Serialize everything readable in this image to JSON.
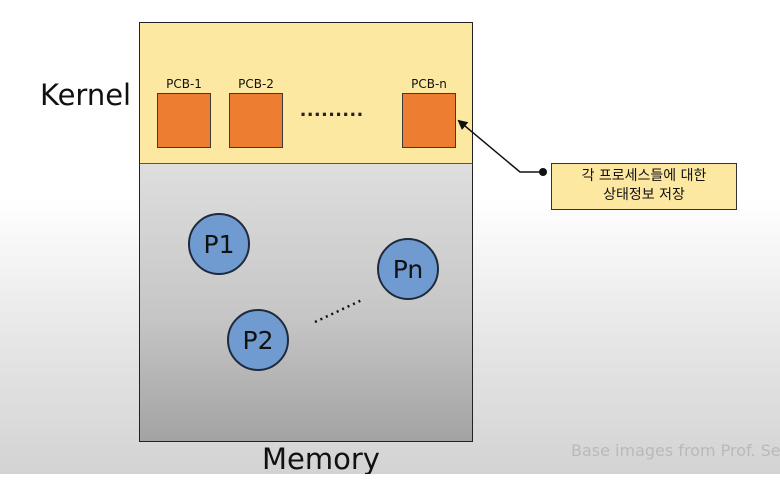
{
  "labels": {
    "kernel": "Kernel",
    "memory": "Memory",
    "credit": "Base images from Prof. Se"
  },
  "pcbs": [
    {
      "label": "PCB-1"
    },
    {
      "label": "PCB-2"
    },
    {
      "label": "PCB-n"
    }
  ],
  "pcb_ellipsis": ".........",
  "processes": [
    {
      "label": "P1"
    },
    {
      "label": "P2"
    },
    {
      "label": "Pn"
    }
  ],
  "callout": {
    "line1": "각 프로세스들에 대한",
    "line2": "상태정보 저장"
  },
  "colors": {
    "kernel_region": "#fde8a2",
    "pcb_box": "#ed7d31",
    "process_circle": "#6f9bd1",
    "user_region": "#c6c6c6"
  }
}
